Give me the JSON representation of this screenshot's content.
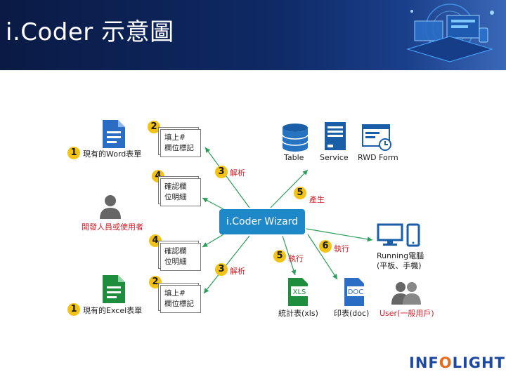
{
  "header": {
    "title": "i.Coder 示意圖"
  },
  "sources": {
    "word_label": "現有的Word表單",
    "excel_label": "現有的Excel表單",
    "developer_label": "開發人員或使用者"
  },
  "badges": {
    "b1": "1",
    "b2": "2",
    "b3": "3",
    "b4": "4",
    "b5": "5",
    "b6": "6"
  },
  "notes": {
    "fill_line1": "填上#",
    "fill_line2": "欄位標記",
    "confirm_line1": "確認欄",
    "confirm_line2": "位明細"
  },
  "actions": {
    "parse": "解析",
    "generate": "產生",
    "execute": "執行"
  },
  "wizard": {
    "label": "i.Coder Wizard"
  },
  "outputs": {
    "table": "Table",
    "service": "Service",
    "rwd_form": "RWD Form",
    "running": "Running電腦",
    "running_sub": "(平板、手機)",
    "xls_report": "統計表(xls)",
    "doc_report": "印表(doc)",
    "user": "User(一般用戶)"
  },
  "file_icons": {
    "xls": "XLS",
    "doc": "DOC"
  },
  "logo": {
    "part1": "INF",
    "part2": "O",
    "part3": "LIGHT"
  },
  "colors": {
    "accent": "#1e88c8",
    "badge": "#f2c316",
    "danger_text": "#d0202a",
    "excel_green": "#1e8e3e",
    "word_blue": "#2b6cc4"
  }
}
